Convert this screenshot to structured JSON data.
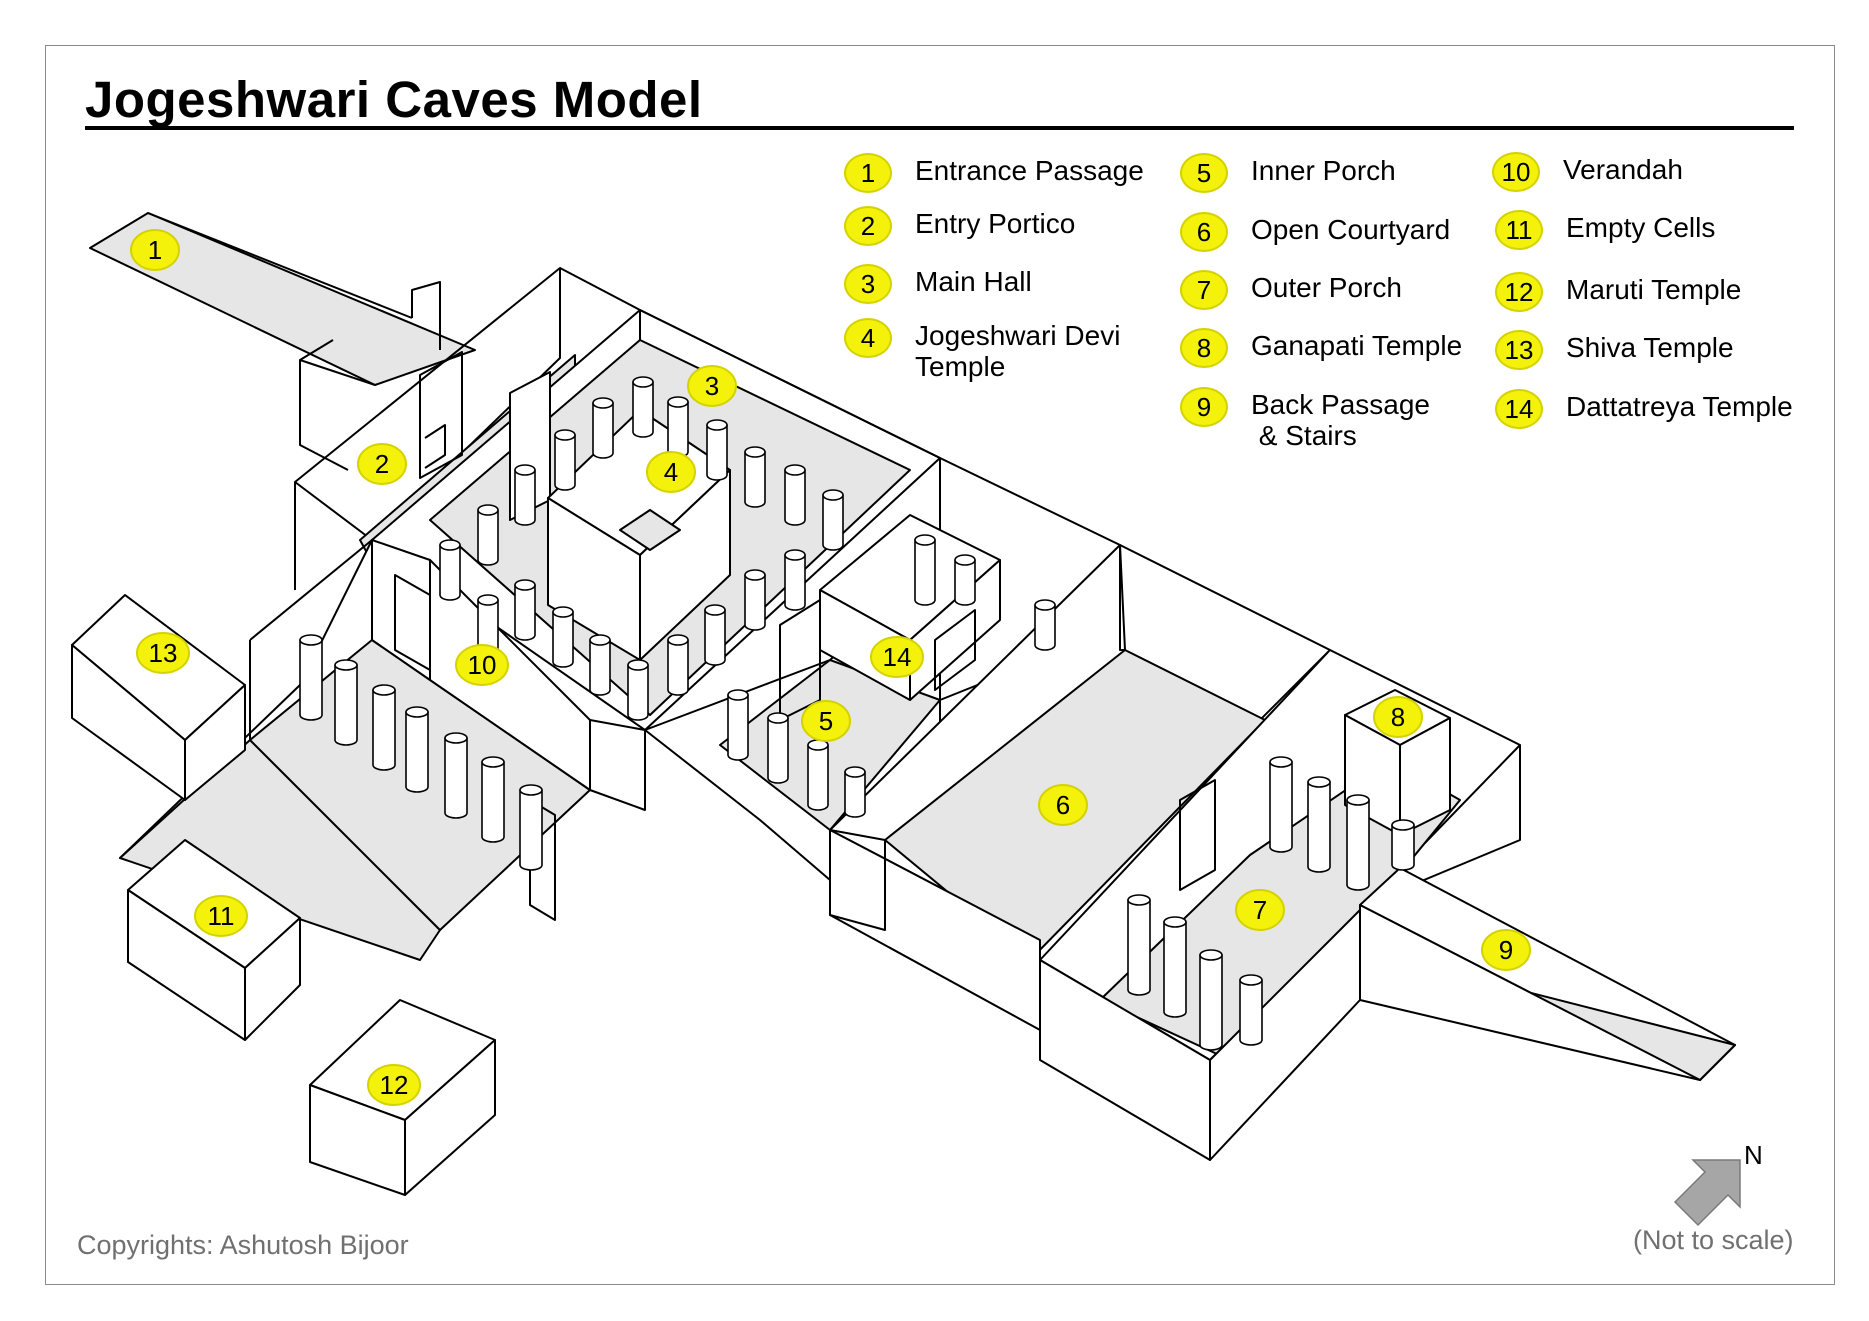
{
  "title": "Jogeshwari Caves Model",
  "legend": [
    {
      "num": "1",
      "label": "Entrance Passage"
    },
    {
      "num": "2",
      "label": "Entry Portico"
    },
    {
      "num": "3",
      "label": "Main Hall"
    },
    {
      "num": "4",
      "label": "Jogeshwari Devi\nTemple"
    },
    {
      "num": "5",
      "label": "Inner Porch"
    },
    {
      "num": "6",
      "label": "Open Courtyard"
    },
    {
      "num": "7",
      "label": "Outer Porch"
    },
    {
      "num": "8",
      "label": "Ganapati Temple"
    },
    {
      "num": "9",
      "label": "Back Passage\n & Stairs"
    },
    {
      "num": "10",
      "label": "Verandah"
    },
    {
      "num": "11",
      "label": "Empty Cells"
    },
    {
      "num": "12",
      "label": "Maruti Temple"
    },
    {
      "num": "13",
      "label": "Shiva Temple"
    },
    {
      "num": "14",
      "label": "Dattatreya Temple"
    }
  ],
  "north_label": "N",
  "copyright": "Copyrights: Ashutosh Bijoor",
  "scale_note": "(Not to scale)",
  "colors": {
    "badge": "#f4f20a",
    "floor": "#e6e6e6",
    "arrow": "#a6a6a6"
  }
}
